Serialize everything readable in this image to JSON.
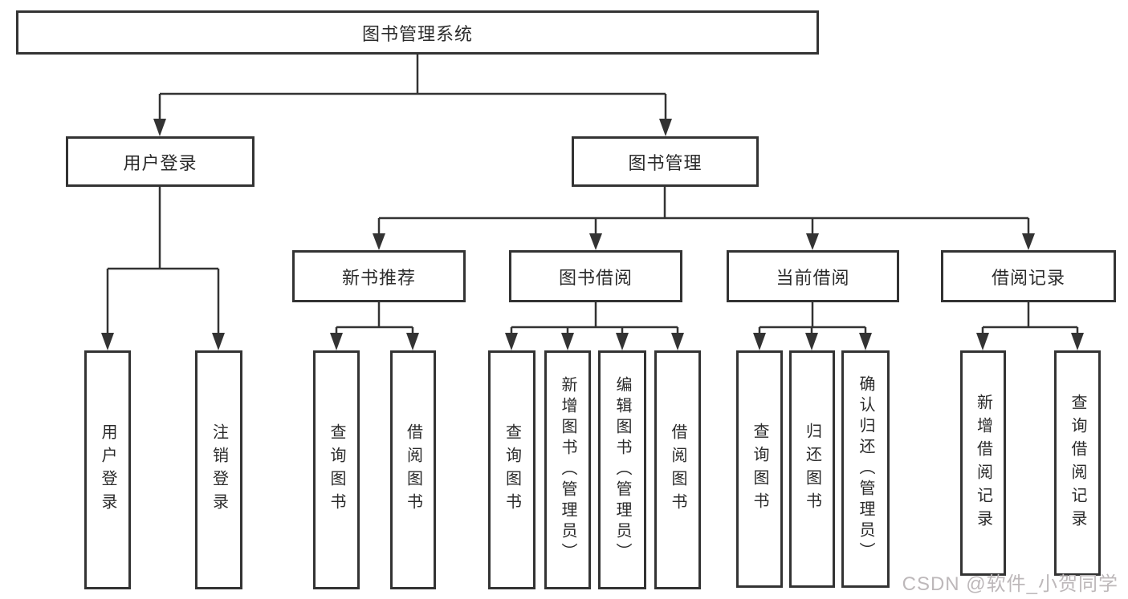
{
  "title": "图书管理系统",
  "user_login": {
    "label": "用户登录",
    "leaves": [
      "用户登录",
      "注销登录"
    ]
  },
  "book_management": {
    "label": "图书管理",
    "children": [
      {
        "label": "新书推荐",
        "leaves": [
          "查询图书",
          "借阅图书"
        ]
      },
      {
        "label": "图书借阅",
        "leaves": [
          "查询图书",
          "新增图书（管理员）",
          "编辑图书（管理员）",
          "借阅图书"
        ]
      },
      {
        "label": "当前借阅",
        "leaves": [
          "查询图书",
          "归还图书",
          "确认归还（管理员）"
        ]
      },
      {
        "label": "借阅记录",
        "leaves": [
          "新增借阅记录",
          "查询借阅记录"
        ]
      }
    ]
  },
  "watermark": "CSDN @软件_小贺同学",
  "colors": {
    "line": "#333333",
    "box_border": "#333333",
    "text": "#2b2b2b",
    "watermark": "#bdb8ba",
    "background": "#ffffff"
  }
}
